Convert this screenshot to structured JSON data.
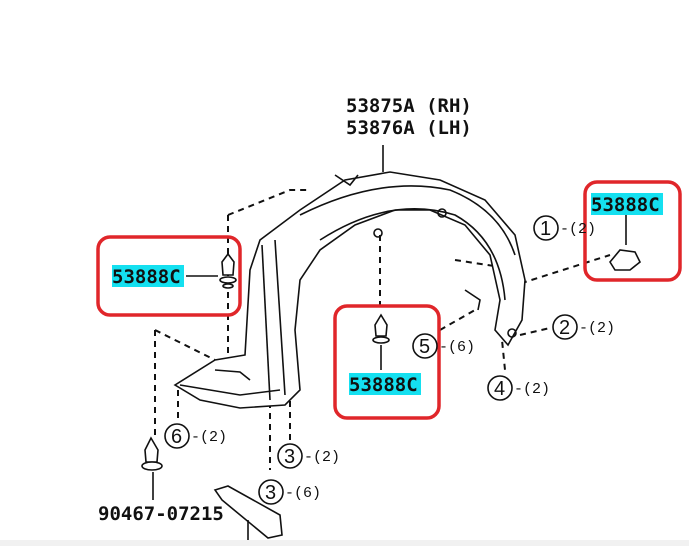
{
  "diagram": {
    "main_part": {
      "rh": "53875A (RH)",
      "lh": "53876A (LH)"
    },
    "clip_part": "53888C",
    "bottom_part": "90467-07215",
    "callouts": [
      {
        "num": "1",
        "qty": "-(2)"
      },
      {
        "num": "2",
        "qty": "-(2)"
      },
      {
        "num": "5",
        "qty": "-(6)"
      },
      {
        "num": "4",
        "qty": "-(2)"
      },
      {
        "num": "6",
        "qty": "-(2)"
      },
      {
        "num": "3",
        "qty": "-(2)"
      },
      {
        "num": "3",
        "qty": "-(6)"
      }
    ],
    "colors": {
      "highlight": "#14e0f0",
      "box": "#e0262a"
    }
  }
}
